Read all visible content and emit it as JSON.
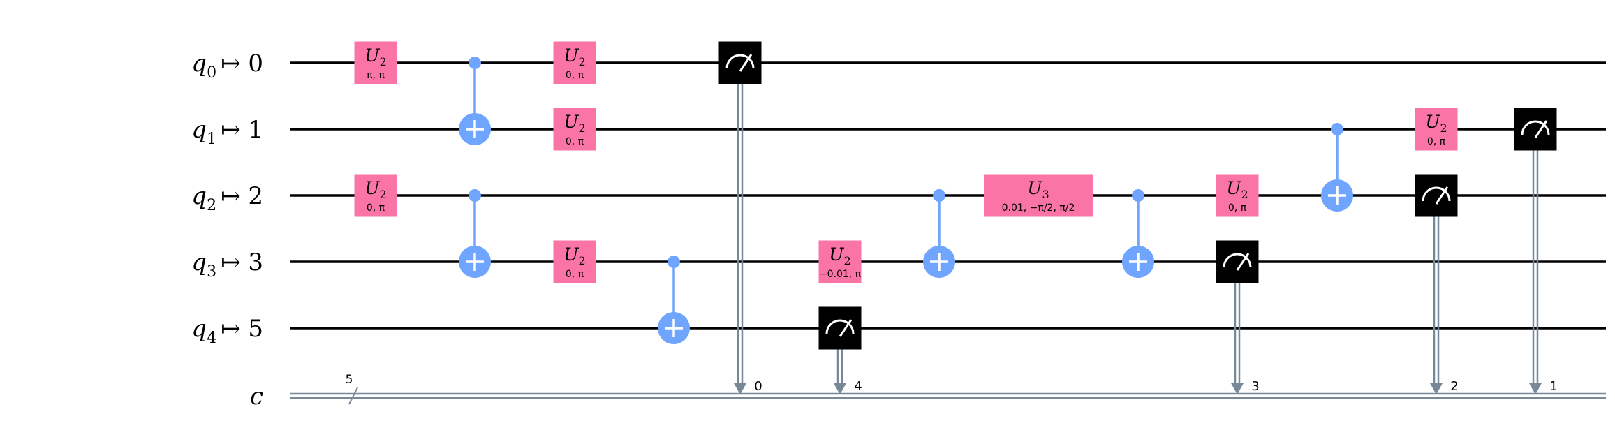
{
  "colors": {
    "u_gate_fill": "#FA74A6",
    "cx_color": "#6FA4FF",
    "measure_fill": "#000000",
    "measure_icon": "#FFFFFF",
    "wire": "#000000",
    "classical_wire": "#778899"
  },
  "qubits": [
    {
      "name": "q",
      "index": "0",
      "mapping": "↦ 0"
    },
    {
      "name": "q",
      "index": "1",
      "mapping": "↦ 1"
    },
    {
      "name": "q",
      "index": "2",
      "mapping": "↦ 2"
    },
    {
      "name": "q",
      "index": "3",
      "mapping": "↦ 3"
    },
    {
      "name": "q",
      "index": "4",
      "mapping": "↦ 5"
    }
  ],
  "classical_register": {
    "name": "c",
    "size": "5"
  },
  "gates": [
    {
      "type": "u",
      "label": "U",
      "sub": "2",
      "params": "π, π",
      "qubit": 0,
      "col": 0
    },
    {
      "type": "u",
      "label": "U",
      "sub": "2",
      "params": "0, π",
      "qubit": 2,
      "col": 0
    },
    {
      "type": "cx",
      "control": 0,
      "target": 1,
      "col": 1
    },
    {
      "type": "cx",
      "control": 2,
      "target": 3,
      "col": 1
    },
    {
      "type": "u",
      "label": "U",
      "sub": "2",
      "params": "0, π",
      "qubit": 0,
      "col": 2
    },
    {
      "type": "u",
      "label": "U",
      "sub": "2",
      "params": "0, π",
      "qubit": 1,
      "col": 2
    },
    {
      "type": "u",
      "label": "U",
      "sub": "2",
      "params": "0, π",
      "qubit": 3,
      "col": 2
    },
    {
      "type": "cx",
      "control": 3,
      "target": 4,
      "col": 3
    },
    {
      "type": "measure",
      "qubit": 0,
      "clbit": "0",
      "col": 4
    },
    {
      "type": "u",
      "label": "U",
      "sub": "2",
      "params": "−0.01, π",
      "qubit": 3,
      "col": 5
    },
    {
      "type": "measure",
      "qubit": 4,
      "clbit": "4",
      "col": 5
    },
    {
      "type": "cx",
      "control": 2,
      "target": 3,
      "col": 6
    },
    {
      "type": "u",
      "label": "U",
      "sub": "3",
      "params": "0.01, −π/2, π/2",
      "qubit": 2,
      "col": 7,
      "wide": true
    },
    {
      "type": "cx",
      "control": 2,
      "target": 3,
      "col": 8
    },
    {
      "type": "u",
      "label": "U",
      "sub": "2",
      "params": "0, π",
      "qubit": 2,
      "col": 9
    },
    {
      "type": "measure",
      "qubit": 3,
      "clbit": "3",
      "col": 9
    },
    {
      "type": "cx",
      "control": 1,
      "target": 2,
      "col": 10
    },
    {
      "type": "u",
      "label": "U",
      "sub": "2",
      "params": "0, π",
      "qubit": 1,
      "col": 11
    },
    {
      "type": "measure",
      "qubit": 2,
      "clbit": "2",
      "col": 11
    },
    {
      "type": "measure",
      "qubit": 1,
      "clbit": "1",
      "col": 12
    }
  ]
}
